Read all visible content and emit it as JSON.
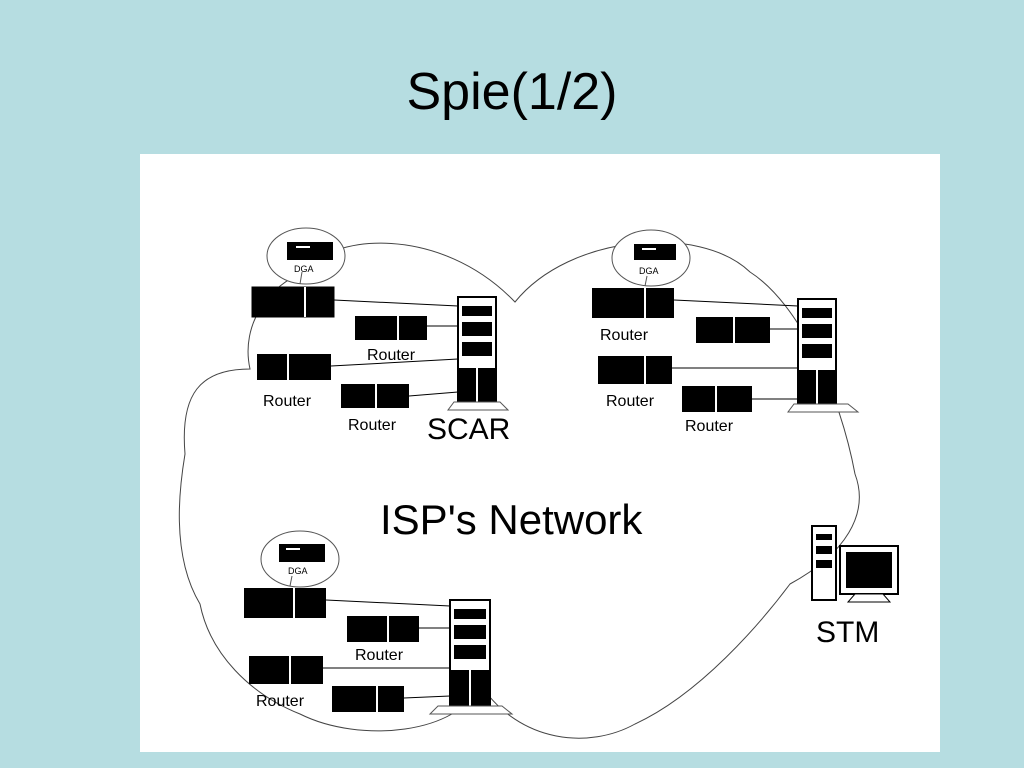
{
  "slide": {
    "title": "Spie(1/2)"
  },
  "diagram": {
    "cloud_label": "ISP's Network",
    "sites": [
      {
        "server_label": "SCAR",
        "dga_label": "DGA",
        "routers": [
          "Router",
          "Router",
          "Router"
        ]
      },
      {
        "server_label": "",
        "dga_label": "DGA",
        "routers": [
          "Router",
          "Router",
          "Router"
        ]
      },
      {
        "server_label": "",
        "dga_label": "DGA",
        "routers": [
          "Router",
          "Router"
        ]
      }
    ],
    "stm_label": "STM"
  }
}
